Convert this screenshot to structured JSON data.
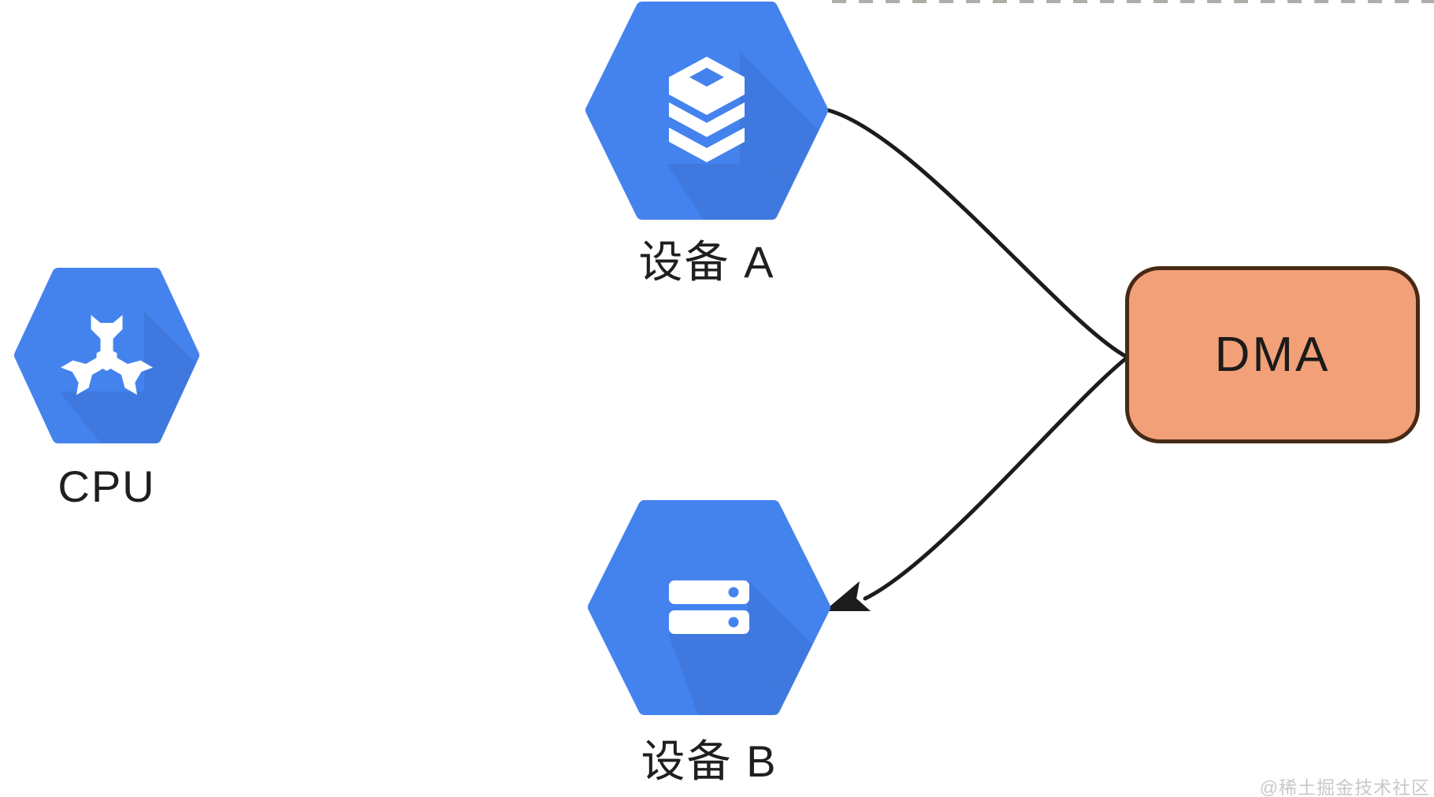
{
  "diagram": {
    "nodes": [
      {
        "id": "cpu",
        "label": "CPU",
        "shape": "hexagon",
        "icon": "tri-wrench-icon",
        "color": "#4483EE"
      },
      {
        "id": "device-a",
        "label": "设备 A",
        "shape": "hexagon",
        "icon": "database-stack-icon",
        "color": "#4483EE"
      },
      {
        "id": "device-b",
        "label": "设备 B",
        "shape": "hexagon",
        "icon": "server-racks-icon",
        "color": "#4483EE"
      },
      {
        "id": "dma",
        "label": "DMA",
        "shape": "rounded-rect",
        "fill": "#F2A077",
        "border": "#472A16"
      }
    ],
    "edges": [
      {
        "from": "device-a",
        "to": "dma",
        "style": "curved",
        "arrowhead": "none-merges-at-dma"
      },
      {
        "from": "dma",
        "to": "device-b",
        "style": "curved",
        "arrowhead": "filled-triangle-at-device-b"
      }
    ]
  },
  "watermark": {
    "text": "@稀土掘金技术社区",
    "color": "#C8C8C8"
  },
  "colors": {
    "background": "#FFFFFF",
    "hexagon_blue": "#4483EE",
    "hexagon_inner_shadow": "rgba(0,0,25,0.07)",
    "icon_white": "#FFFFFF",
    "dma_fill": "#F2A077",
    "dma_border": "#472A16",
    "edge_stroke": "#1C1C1C",
    "label_text": "#1F1F1F"
  }
}
